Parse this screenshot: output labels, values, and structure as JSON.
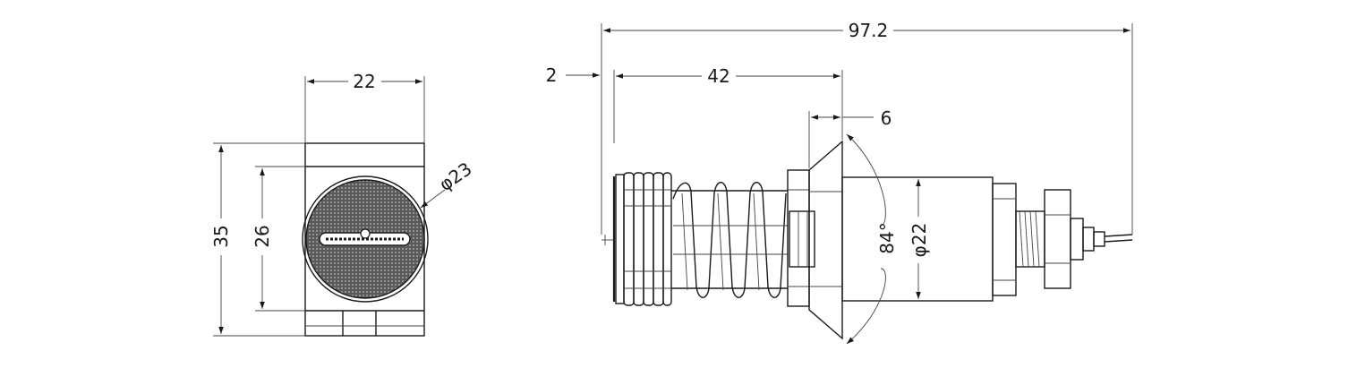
{
  "colors": {
    "line": "#1a1a1a",
    "background": "#ffffff",
    "texture": "#3a3a3a"
  },
  "front_view": {
    "width_dim": "22",
    "height_dim": "35",
    "inner_height_dim": "26",
    "diameter_dim": "φ23"
  },
  "side_view": {
    "overall_length_dim": "97.2",
    "offset_dim": "2",
    "spring_length_dim": "42",
    "flange_dim": "6",
    "angle_dim": "84°",
    "body_diameter_dim": "φ22"
  }
}
